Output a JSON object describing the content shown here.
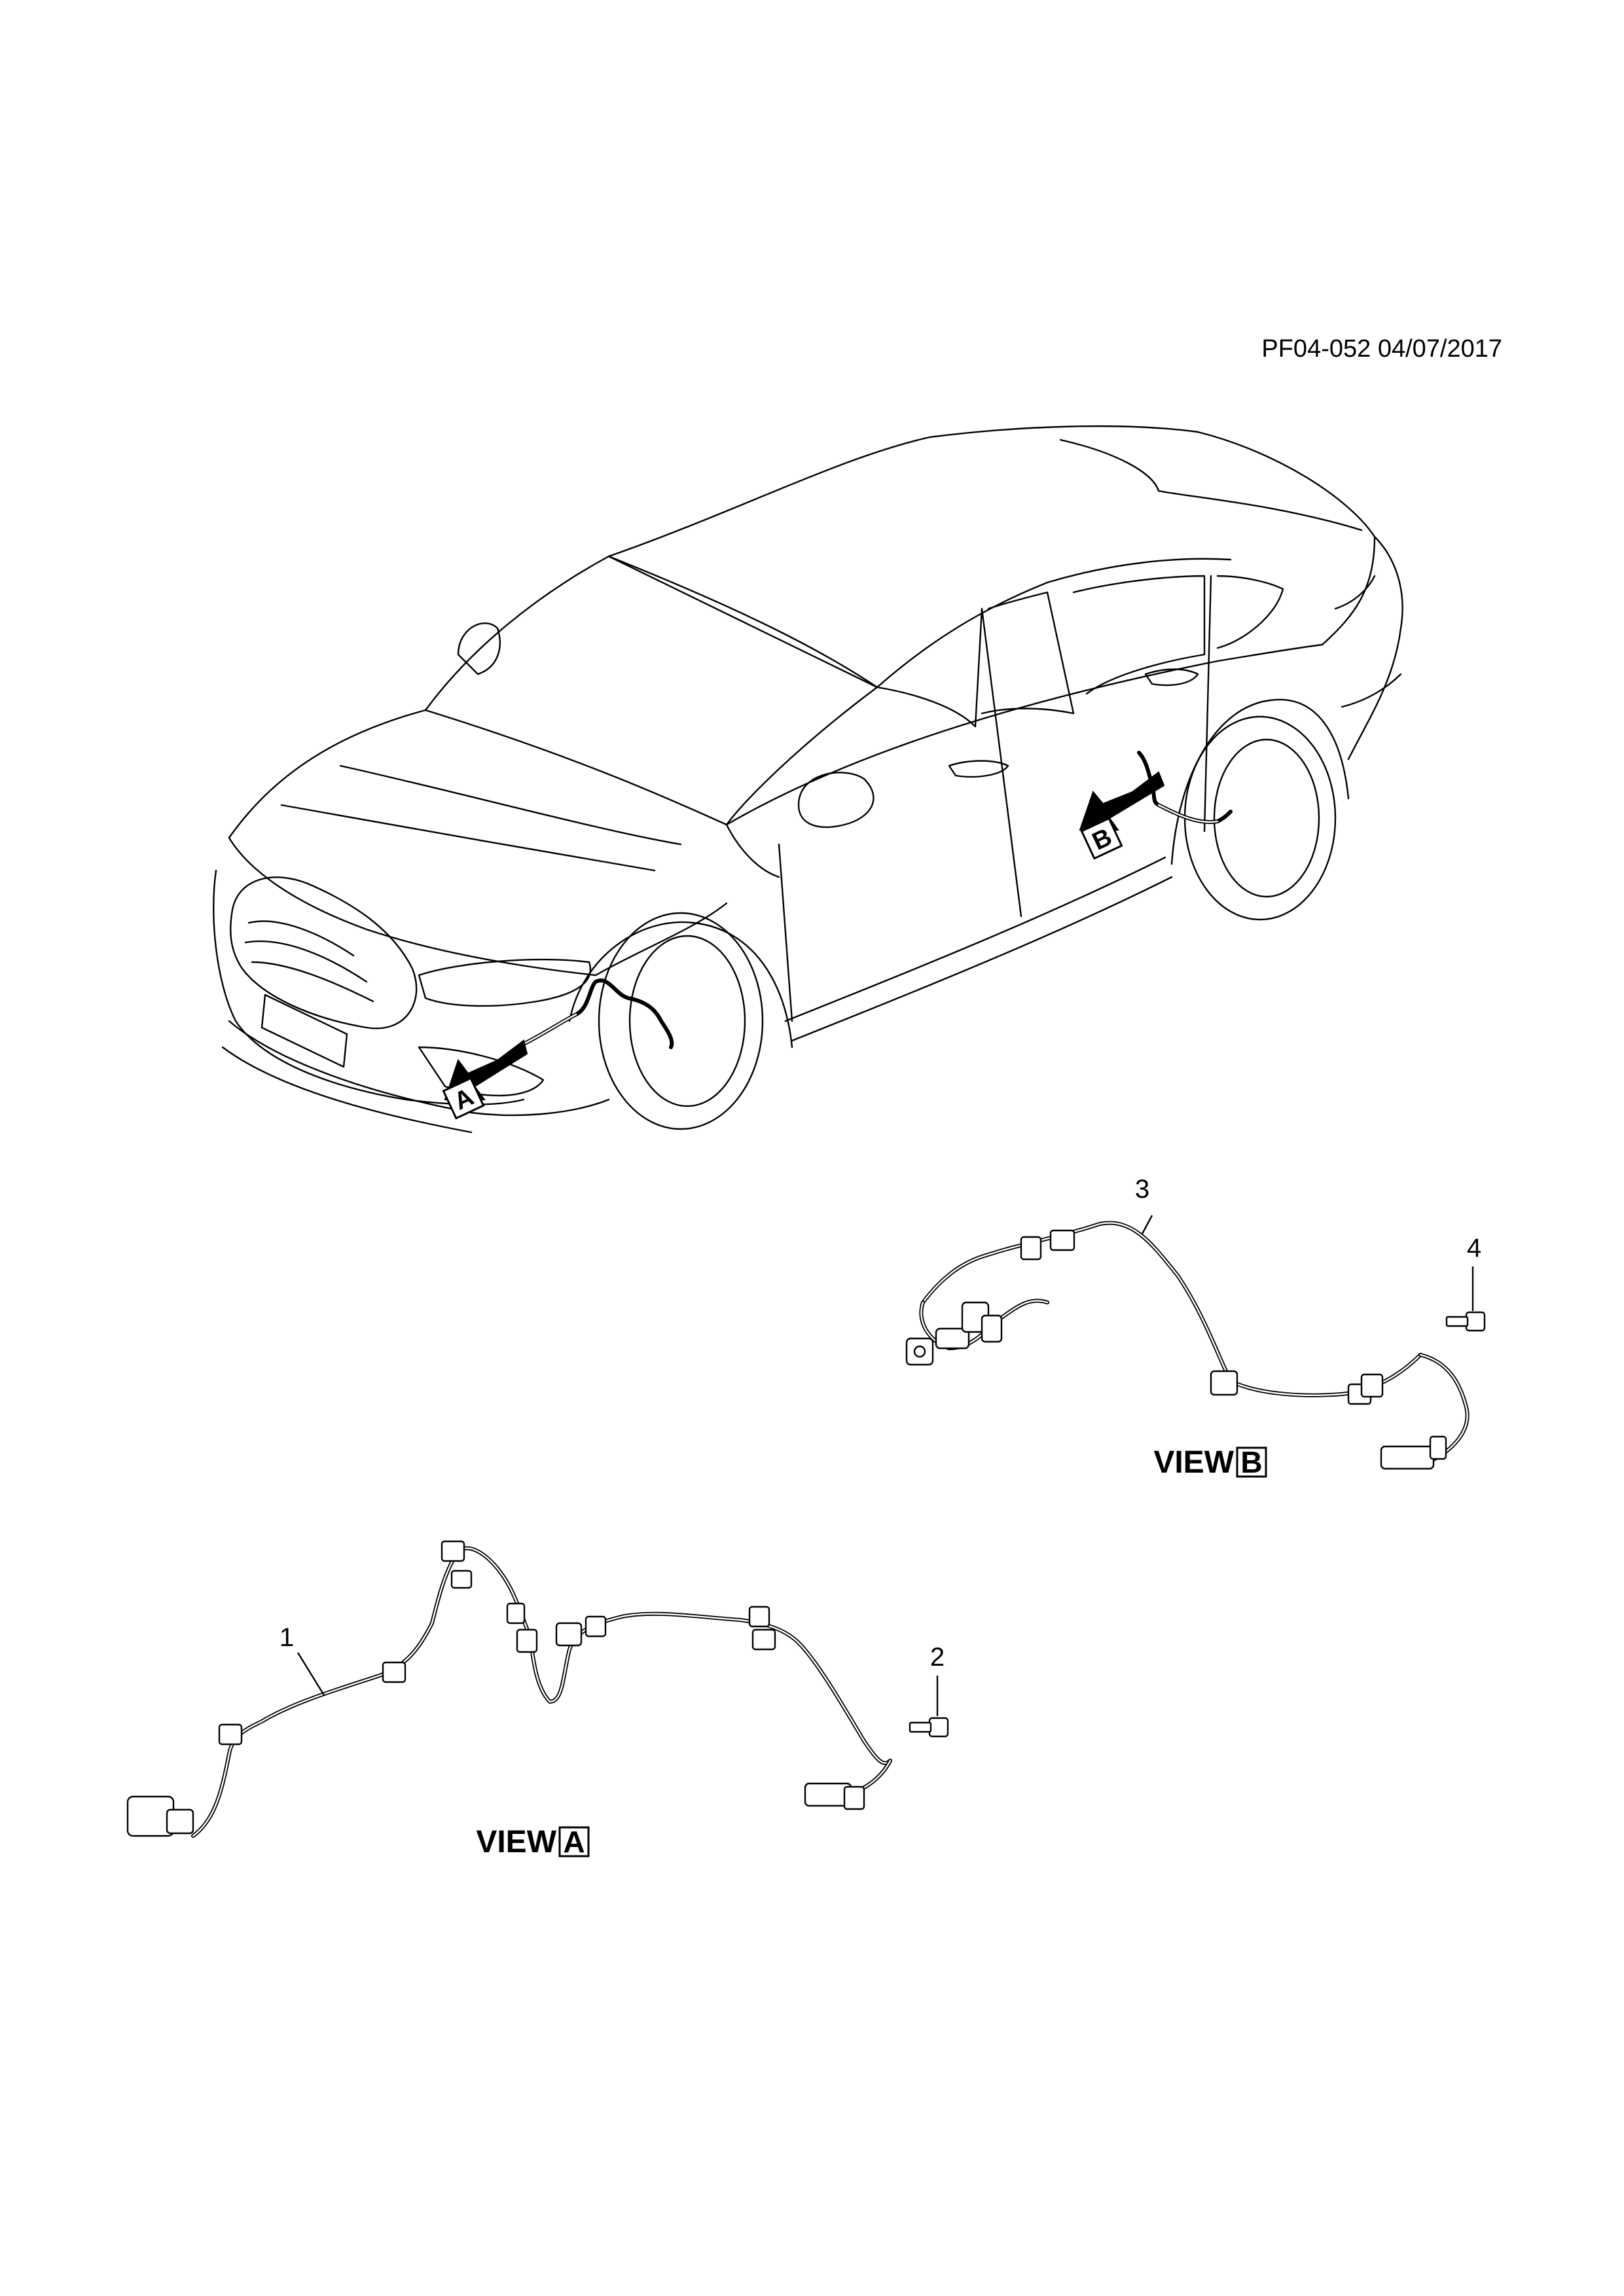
{
  "document_code": "PF04-052 04/07/2017",
  "callouts": {
    "c1": "1",
    "c2": "2",
    "c3": "3",
    "c4": "4"
  },
  "views": {
    "word": "VIEW",
    "a_letter": "A",
    "b_letter": "B"
  },
  "arrows": {
    "a_letter": "A",
    "b_letter": "B"
  }
}
